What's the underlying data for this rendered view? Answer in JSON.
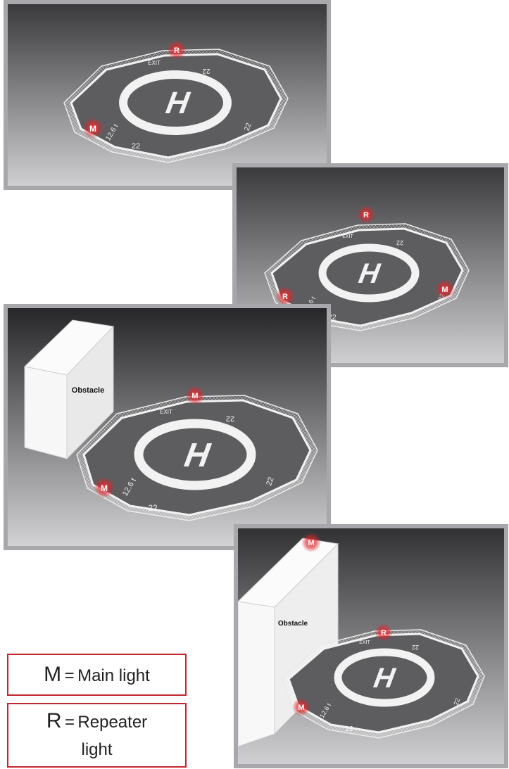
{
  "panels": [
    {
      "obstacle_label": "",
      "markers": [
        "R",
        "M"
      ]
    },
    {
      "obstacle_label": "",
      "markers": [
        "R",
        "R",
        "M"
      ]
    },
    {
      "obstacle_label": "Obstacle",
      "markers": [
        "M",
        "M"
      ]
    },
    {
      "obstacle_label": "Obstacle",
      "markers": [
        "M",
        "R",
        "M"
      ]
    }
  ],
  "pad": {
    "center_letter": "H",
    "exit_label": "EXIT",
    "edge_label_top": "22",
    "edge_label_bottom": "22",
    "edge_label_right": "22",
    "dimension_label": "12.6 t"
  },
  "legend": {
    "main": {
      "letter": "M",
      "equals": "=",
      "text": "Main light"
    },
    "repeater": {
      "letter": "R",
      "equals": "=",
      "text_line1": "Repeater",
      "text_line2": "light"
    }
  },
  "colors": {
    "light": "#e0242a",
    "background_dark": "#3a3a3c",
    "background_light": "#c8c8ca",
    "frame": "#a8a8ac",
    "legend_border": "#c2262d"
  }
}
